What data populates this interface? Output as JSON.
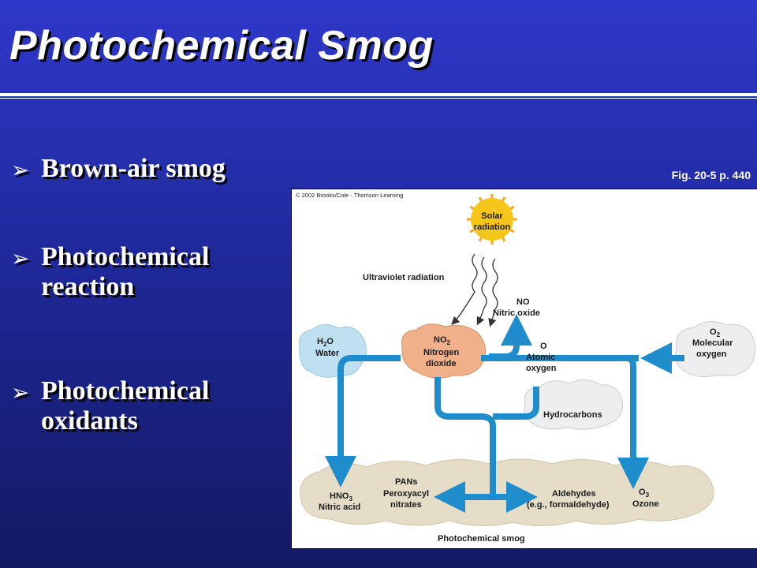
{
  "slide": {
    "title": "Photochemical Smog",
    "bullets": [
      {
        "line1": "Brown-air smog",
        "line2": ""
      },
      {
        "line1": "Photochemical",
        "line2": "reaction"
      },
      {
        "line1": "Photochemical",
        "line2": "oxidants"
      }
    ],
    "bullet_icon": "arrowhead-bullet-icon",
    "figure_ref": "Fig. 20-5 p. 440"
  },
  "figure": {
    "copyright": "© 2002 Brooks/Cole - Thomson Learning",
    "solar": {
      "line1": "Solar",
      "line2": "radiation"
    },
    "uv": "Ultraviolet radiation",
    "no": {
      "formula": "NO",
      "name": "Nitric oxide"
    },
    "no2": {
      "formula": "NO",
      "sub": "2",
      "line1": "Nitrogen",
      "line2": "dioxide"
    },
    "h2o": {
      "f1": "H",
      "sub": "2",
      "f2": "O",
      "name": "Water"
    },
    "o": {
      "formula": "O",
      "line1": "Atomic",
      "line2": "oxygen"
    },
    "o2": {
      "formula": "O",
      "sub": "2",
      "line1": "Molecular",
      "line2": "oxygen"
    },
    "hydrocarbons": "Hydrocarbons",
    "hno3": {
      "formula": "HNO",
      "sub": "3",
      "name": "Nitric acid"
    },
    "pans": {
      "line1": "PANs",
      "line2": "Peroxyacyl",
      "line3": "nitrates"
    },
    "aldehydes": {
      "line1": "Aldehydes",
      "line2": "(e.g., formaldehyde)"
    },
    "o3": {
      "formula": "O",
      "sub": "3",
      "name": "Ozone"
    },
    "smog": "Photochemical smog",
    "colors": {
      "arrow": "#1f8dcc",
      "sun": "#f6c61c",
      "no2_cloud": "#f0b08a",
      "water_cloud": "#bfe0f1",
      "smog_cloud": "#e6ddc9"
    }
  }
}
